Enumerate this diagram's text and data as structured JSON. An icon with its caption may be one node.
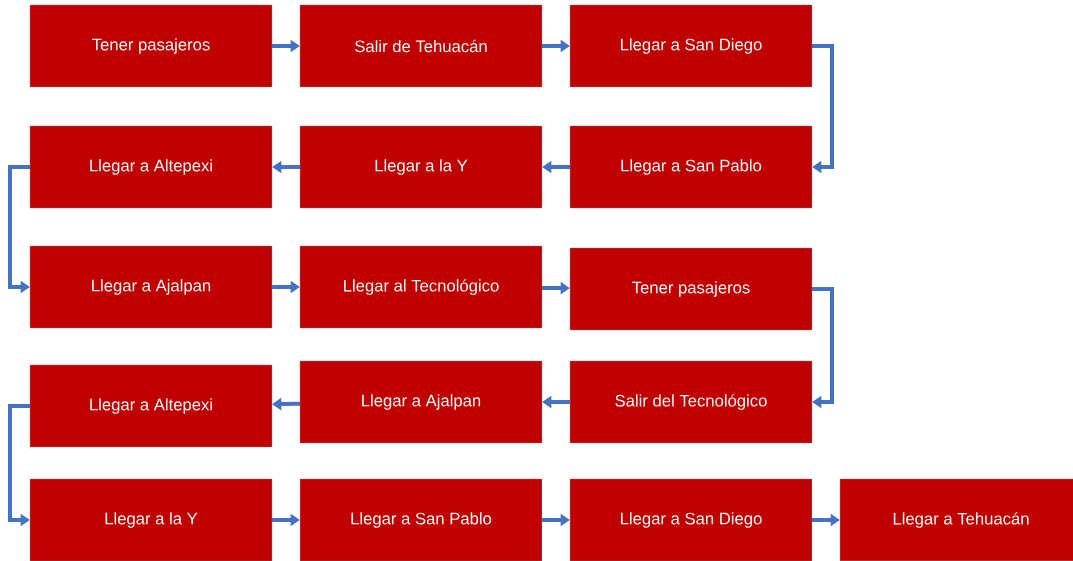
{
  "diagram": {
    "nodes": [
      {
        "text": [
          "Tener pasajeros"
        ]
      },
      {
        "text": [
          "Salir de Tehuacán"
        ]
      },
      {
        "text": [
          "Llegar a San Diego"
        ]
      },
      {
        "text": [
          "Llegar a Altepexi"
        ]
      },
      {
        "text": [
          "Llegar a la Y"
        ]
      },
      {
        "text": [
          "Llegar a San Pablo"
        ]
      },
      {
        "text": [
          "Llegar a Ajalpan"
        ]
      },
      {
        "text": [
          "Llegar al Tecnológico"
        ]
      },
      {
        "text": [
          "Tener pasajeros"
        ]
      },
      {
        "text": [
          "Llegar a Altepexi"
        ]
      },
      {
        "text": [
          "Llegar a Ajalpan"
        ]
      },
      {
        "text": [
          "Salir del Tecnológico"
        ]
      },
      {
        "text": [
          "Llegar a la Y"
        ]
      },
      {
        "text": [
          "Llegar a San Pablo"
        ]
      },
      {
        "text": [
          "Llegar a San Diego"
        ]
      },
      {
        "text": [
          "Llegar a Tehuacán"
        ]
      }
    ],
    "edges": [
      {
        "from": 0,
        "to": 1,
        "arrow": "to"
      },
      {
        "from": 1,
        "to": 2,
        "arrow": "to"
      },
      {
        "from": 2,
        "to": 5,
        "arrow": "to"
      },
      {
        "from": 5,
        "to": 4,
        "arrow": "to"
      },
      {
        "from": 4,
        "to": 3,
        "arrow": "to"
      },
      {
        "from": 3,
        "to": 6,
        "arrow": "to"
      },
      {
        "from": 6,
        "to": 7,
        "arrow": "to"
      },
      {
        "from": 7,
        "to": 8,
        "arrow": "to"
      },
      {
        "from": 8,
        "to": 11,
        "arrow": "to"
      },
      {
        "from": 11,
        "to": 10,
        "arrow": "to"
      },
      {
        "from": 10,
        "to": 9,
        "arrow": "to"
      },
      {
        "from": 9,
        "to": 12,
        "arrow": "to"
      },
      {
        "from": 12,
        "to": 13,
        "arrow": "to"
      },
      {
        "from": 13,
        "to": 14,
        "arrow": "to"
      },
      {
        "from": 14,
        "to": 15,
        "arrow": "to"
      }
    ]
  }
}
